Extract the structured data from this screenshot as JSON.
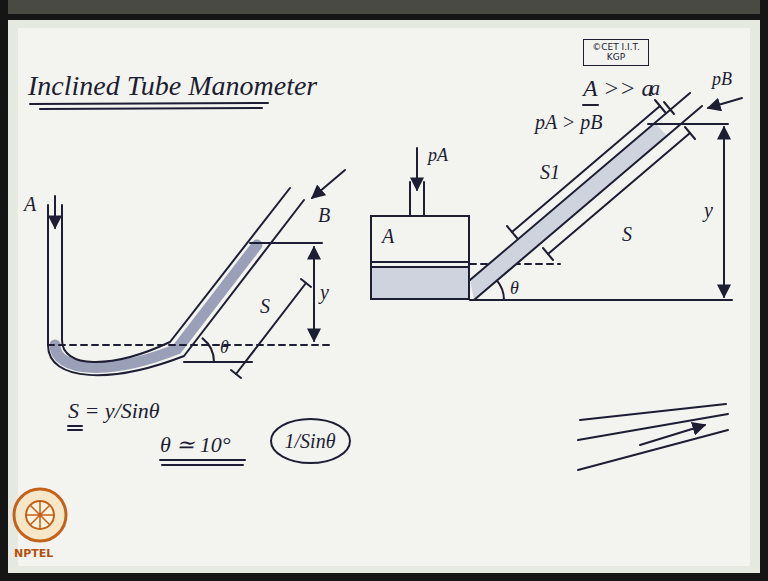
{
  "diagram": {
    "title": "Inclined Tube Manometer",
    "nodes": [
      {
        "text": [
          "©CET I.I.T. KGP"
        ]
      },
      {
        "text": [
          "A"
        ]
      },
      {
        "text": [
          "1/Sinθ"
        ]
      }
    ],
    "labels": [
      "A",
      "B",
      "y",
      "S",
      "θ",
      "S = y/Sinθ",
      "θ ≃ 10°",
      "A >> a",
      "pA > pB",
      "pA",
      "S1",
      "a",
      "pB",
      "S",
      "y",
      "θ",
      "NPTEL"
    ]
  }
}
